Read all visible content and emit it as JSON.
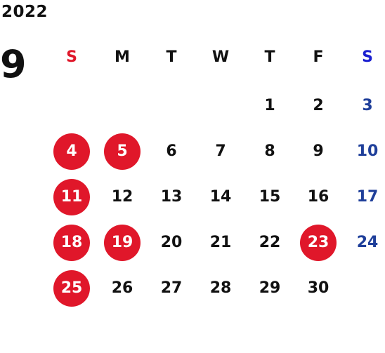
{
  "year": "2022",
  "month": "9",
  "colors": {
    "text": "#111111",
    "holiday_circle": "#e0172a",
    "holiday_text": "#ffffff",
    "sunday_header": "#e0172a",
    "saturday": "#1f3f9a",
    "saturday_header": "#1a1fd0"
  },
  "weekdays": [
    "S",
    "M",
    "T",
    "W",
    "T",
    "F",
    "S"
  ],
  "weeks": [
    [
      "",
      "",
      "",
      "",
      "1",
      "2",
      "3"
    ],
    [
      "4",
      "5",
      "6",
      "7",
      "8",
      "9",
      "10"
    ],
    [
      "11",
      "12",
      "13",
      "14",
      "15",
      "16",
      "17"
    ],
    [
      "18",
      "19",
      "20",
      "21",
      "22",
      "23",
      "24"
    ],
    [
      "25",
      "26",
      "27",
      "28",
      "29",
      "30",
      ""
    ]
  ],
  "highlighted_days": [
    "4",
    "5",
    "11",
    "18",
    "19",
    "23",
    "25"
  ]
}
